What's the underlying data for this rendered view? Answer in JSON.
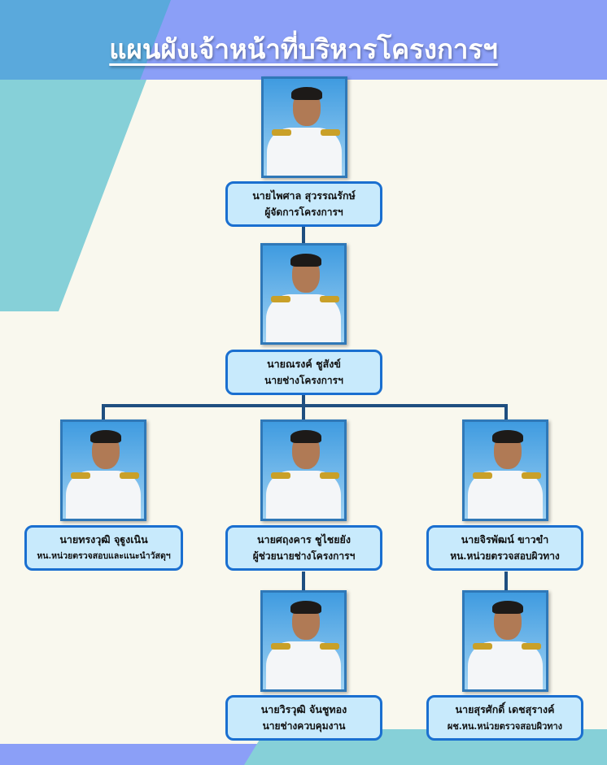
{
  "title": "แผนผังเจ้าหน้าที่บริหารโครงการฯ",
  "staff": [
    {
      "name": "นายไพศาล สุวรรณรักษ์",
      "role": "ผู้จัดการโครงการฯ"
    },
    {
      "name": "นายณรงค์ ชูสังข์",
      "role": "นายช่างโครงการฯ"
    },
    {
      "name": "นายทรงวุฒิ จุฐูงเนิน",
      "role": "หน.หน่วยตรวจสอบและแนะนำวัสดุฯ"
    },
    {
      "name": "นายศฤงคาร ชูไชยยัง",
      "role": "ผู้ช่วยนายช่างโครงการฯ"
    },
    {
      "name": "นายจิรพัฒน์ ขาวขำ",
      "role": "หน.หน่วยตรวจสอบผิวทาง"
    },
    {
      "name": "นายวิรวุฒิ จันชูทอง",
      "role": "นายช่างควบคุมงาน"
    },
    {
      "name": "นายสุรศักดิ์ เดชสุรางค์",
      "role": "ผช.หน.หน่วยตรวจสอบผิวทาง"
    }
  ],
  "colors": {
    "box_fill": "#c8eafc",
    "box_border": "#1a6fd0",
    "connector": "#1f4f80",
    "banner": "#8b9ff7"
  }
}
